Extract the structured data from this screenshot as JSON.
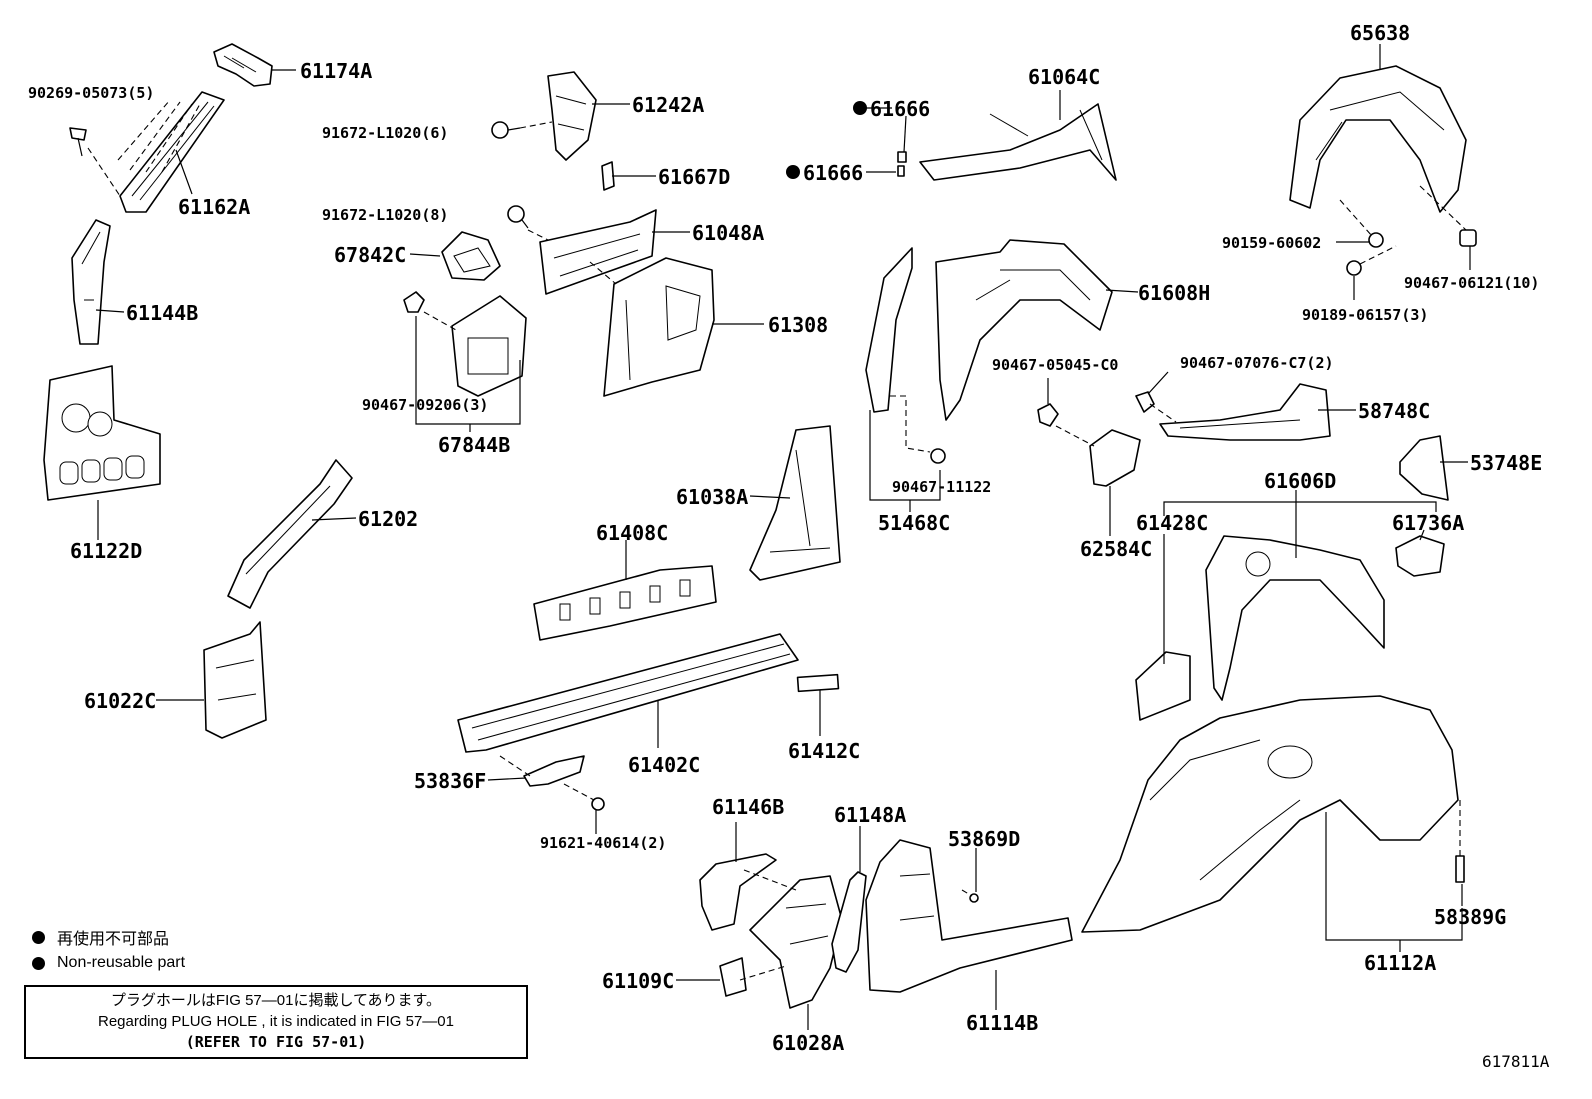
{
  "labels": {
    "p61174A": "61174A",
    "f90269": "90269-05073(5)",
    "p61162A": "61162A",
    "p61144B": "61144B",
    "p61122D": "61122D",
    "p61242A": "61242A",
    "f91672_6": "91672-L1020(6)",
    "p61667D": "61667D",
    "f91672_8": "91672-L1020(8)",
    "p61048A": "61048A",
    "p67842C": "67842C",
    "p61308": "61308",
    "f90467_09206": "90467-09206(3)",
    "p67844B": "67844B",
    "p61666a": "61666",
    "p61666b": "61666",
    "p61064C": "61064C",
    "p65638": "65638",
    "f90159": "90159-60602",
    "f90467_06121": "90467-06121(10)",
    "f90189": "90189-06157(3)",
    "p61608H": "61608H",
    "f90467_05045": "90467-05045-C0",
    "f90467_07076": "90467-07076-C7(2)",
    "p58748C": "58748C",
    "p53748E": "53748E",
    "f90467_11122": "90467-11122",
    "p51468C": "51468C",
    "p62584C": "62584C",
    "p61606D": "61606D",
    "p61428C": "61428C",
    "p61736A": "61736A",
    "p61202": "61202",
    "p61038A": "61038A",
    "p61408C": "61408C",
    "p61022C": "61022C",
    "p61412C": "61412C",
    "p61402C": "61402C",
    "p53836F": "53836F",
    "f91621": "91621-40614(2)",
    "p61146B": "61146B",
    "p61148A": "61148A",
    "p53869D": "53869D",
    "p58389G": "58389G",
    "p61112A": "61112A",
    "p61109C": "61109C",
    "p61028A": "61028A",
    "p61114B": "61114B"
  },
  "legend": {
    "jp": "再使用不可部品",
    "en": "Non-reusable part"
  },
  "note": {
    "line1": "プラグホールはFIG 57—01に掲載してあります。",
    "line2": "Regarding  PLUG  HOLE , it is indicated in FIG  57—01",
    "line3": "(REFER TO FIG 57-01)"
  },
  "figure_id": "617811A"
}
